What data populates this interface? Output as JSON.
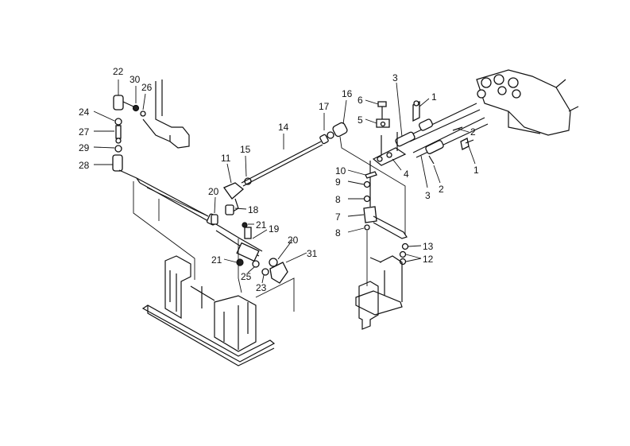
{
  "diagram": {
    "callouts": [
      {
        "id": "c22",
        "text": "22"
      },
      {
        "id": "c30",
        "text": "30"
      },
      {
        "id": "c26",
        "text": "26"
      },
      {
        "id": "c24",
        "text": "24"
      },
      {
        "id": "c27",
        "text": "27"
      },
      {
        "id": "c29",
        "text": "29"
      },
      {
        "id": "c28",
        "text": "28"
      },
      {
        "id": "c14",
        "text": "14"
      },
      {
        "id": "c17",
        "text": "17"
      },
      {
        "id": "c16",
        "text": "16"
      },
      {
        "id": "c11",
        "text": "11"
      },
      {
        "id": "c15",
        "text": "15"
      },
      {
        "id": "c20a",
        "text": "20"
      },
      {
        "id": "c18",
        "text": "18"
      },
      {
        "id": "c21a",
        "text": "21"
      },
      {
        "id": "c19",
        "text": "19"
      },
      {
        "id": "c20b",
        "text": "20"
      },
      {
        "id": "c21b",
        "text": "21"
      },
      {
        "id": "c25",
        "text": "25"
      },
      {
        "id": "c23",
        "text": "23"
      },
      {
        "id": "c31",
        "text": "31"
      },
      {
        "id": "c3a",
        "text": "3"
      },
      {
        "id": "c6",
        "text": "6"
      },
      {
        "id": "c1a",
        "text": "1"
      },
      {
        "id": "c5",
        "text": "5"
      },
      {
        "id": "c2a",
        "text": "2"
      },
      {
        "id": "c1b",
        "text": "1"
      },
      {
        "id": "c4",
        "text": "4"
      },
      {
        "id": "c2b",
        "text": "2"
      },
      {
        "id": "c3b",
        "text": "3"
      },
      {
        "id": "c10",
        "text": "10"
      },
      {
        "id": "c9",
        "text": "9"
      },
      {
        "id": "c8a",
        "text": "8"
      },
      {
        "id": "c7",
        "text": "7"
      },
      {
        "id": "c8b",
        "text": "8"
      },
      {
        "id": "c13",
        "text": "13"
      },
      {
        "id": "c12",
        "text": "12"
      }
    ]
  }
}
